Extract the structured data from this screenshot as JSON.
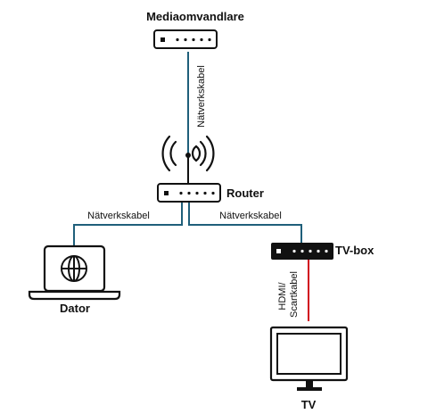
{
  "labels": {
    "media_converter": "Mediaomvandlare",
    "router": "Router",
    "computer": "Dator",
    "tv_box": "TV-box",
    "tv": "TV"
  },
  "cables": {
    "converter_router": "Nätverkskabel",
    "router_computer": "Nätverkskabel",
    "router_tvbox": "Nätverkskabel",
    "tvbox_tv_line1": "HDMI/",
    "tvbox_tv_line2": "Scartkabel"
  },
  "colors": {
    "network_cable": "#1f5f7a",
    "av_cable": "#d0021b",
    "device": "#111111"
  },
  "icons": {
    "router": "router-icon",
    "computer": "laptop-icon",
    "tv_box": "set-top-box-icon",
    "tv": "tv-icon",
    "globe": "globe-icon"
  }
}
